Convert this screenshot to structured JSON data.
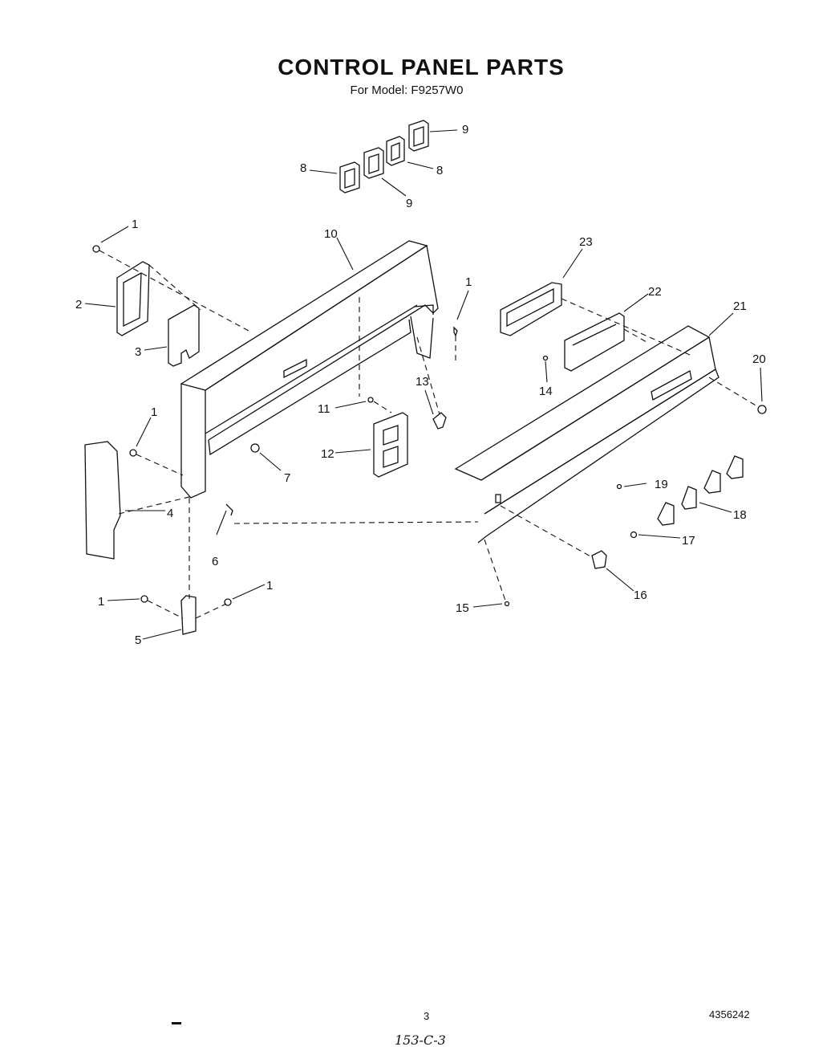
{
  "header": {
    "title": "CONTROL PANEL PARTS",
    "subtitle": "For Model: F9257W0"
  },
  "callouts": {
    "c1a": "1",
    "c1b": "1",
    "c1c": "1",
    "c1d": "1",
    "c1e": "1",
    "c2": "2",
    "c3": "3",
    "c4": "4",
    "c5": "5",
    "c6": "6",
    "c7": "7",
    "c8a": "8",
    "c8b": "8",
    "c9a": "9",
    "c9b": "9",
    "c10": "10",
    "c11": "11",
    "c12": "12",
    "c13": "13",
    "c14": "14",
    "c15": "15",
    "c16": "16",
    "c17": "17",
    "c18": "18",
    "c19": "19",
    "c20": "20",
    "c21": "21",
    "c22": "22",
    "c23": "23"
  },
  "footer": {
    "page_number": "3",
    "document_number": "4356242",
    "handwritten_note": "153-C-3"
  }
}
